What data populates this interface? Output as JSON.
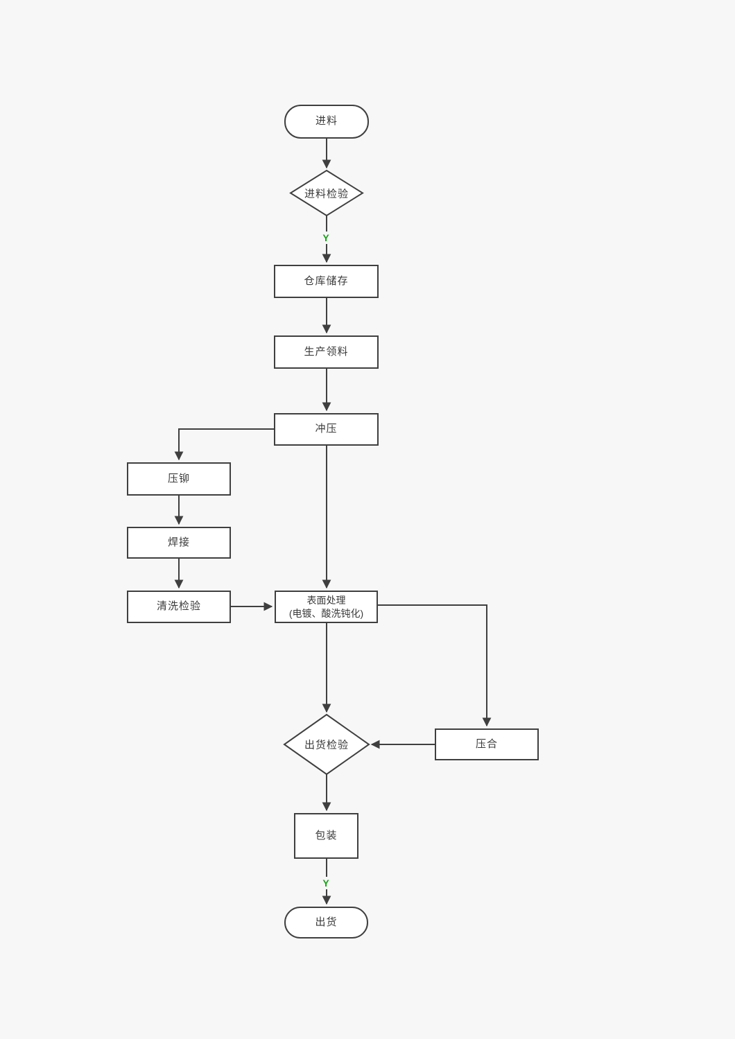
{
  "flowchart": {
    "title": "production-process-flowchart",
    "nodes": {
      "start": {
        "label": "进料",
        "shape": "stadium"
      },
      "incoming_inspection": {
        "label": "进料检验",
        "shape": "diamond"
      },
      "warehouse_storage": {
        "label": "仓库储存",
        "shape": "rect"
      },
      "production_picking": {
        "label": "生产领料",
        "shape": "rect"
      },
      "stamping": {
        "label": "冲压",
        "shape": "rect"
      },
      "riveting": {
        "label": "压铆",
        "shape": "rect"
      },
      "welding": {
        "label": "焊接",
        "shape": "rect"
      },
      "cleaning_inspection": {
        "label": "清洗检验",
        "shape": "rect"
      },
      "surface_treatment": {
        "label_line1": "表面处理",
        "label_line2": "(电镀、酸洗钝化)",
        "shape": "rect"
      },
      "outgoing_inspection": {
        "label": "出货检验",
        "shape": "diamond"
      },
      "pressing": {
        "label": "压合",
        "shape": "rect"
      },
      "packaging": {
        "label": "包装",
        "shape": "rect"
      },
      "shipping": {
        "label": "出货",
        "shape": "stadium"
      }
    },
    "edge_labels": {
      "yes_after_incoming_inspection": "Y",
      "yes_after_packaging": "Y"
    },
    "colors": {
      "background": "#f7f7f7",
      "node_fill": "#ffffff",
      "stroke": "#3f3f3f",
      "text": "#3a3a3a",
      "yes_label_green": "#17a317"
    }
  }
}
